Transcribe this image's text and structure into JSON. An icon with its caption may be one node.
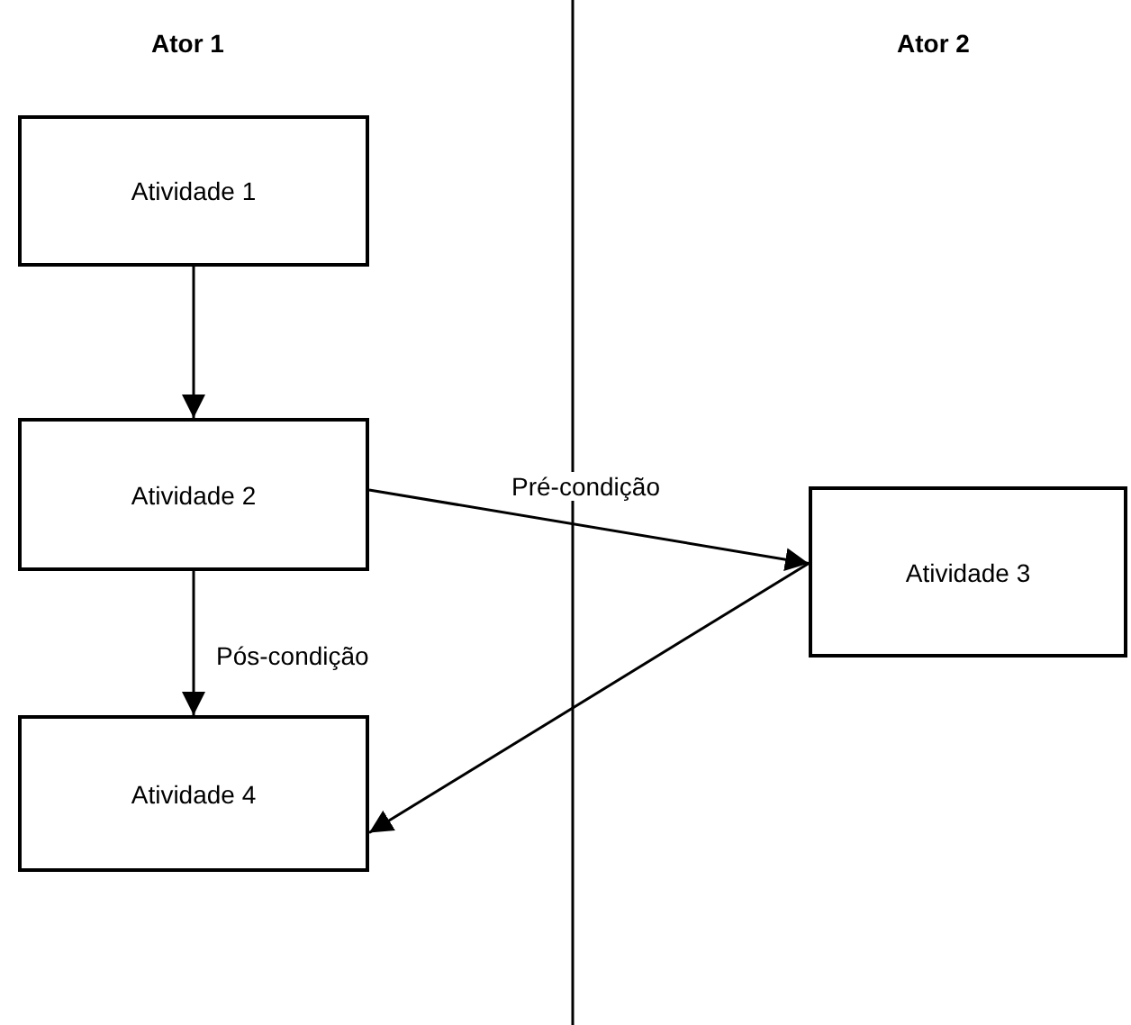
{
  "diagram": {
    "nodes": [
      {
        "text": [
          "Atividade 1"
        ]
      },
      {
        "text": [
          "Atividade 2"
        ]
      },
      {
        "text": [
          "Atividade 3"
        ]
      },
      {
        "text": [
          "Atividade 4"
        ]
      }
    ],
    "edges": [
      {
        "from": 0,
        "to": 1,
        "arrow": "to"
      },
      {
        "from": 1,
        "to": 2,
        "arrow": "to",
        "label": "Pré-condição"
      },
      {
        "from": 1,
        "to": 3,
        "arrow": "to",
        "label": "Pós-condição"
      },
      {
        "from": 2,
        "to": 3,
        "arrow": "to"
      }
    ],
    "labels": [
      "Ator 1",
      "Ator 2"
    ]
  }
}
